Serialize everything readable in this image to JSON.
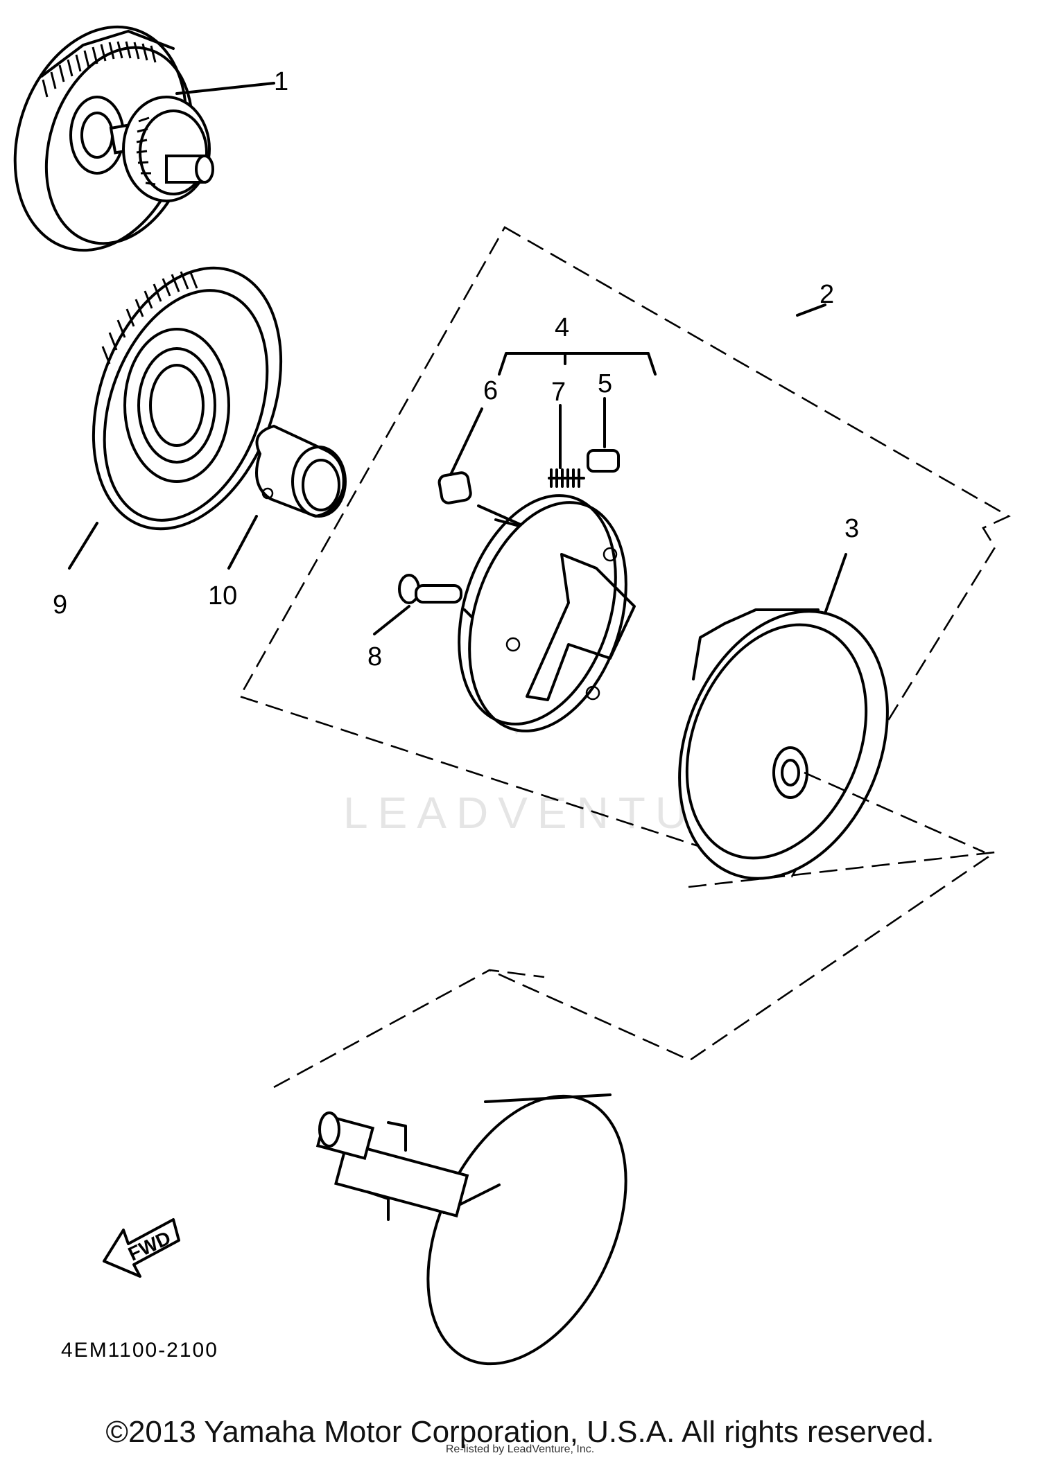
{
  "callouts": {
    "c1": "1",
    "c2": "2",
    "c3": "3",
    "c4": "4",
    "c5": "5",
    "c6": "6",
    "c7": "7",
    "c8": "8",
    "c9": "9",
    "c10": "10"
  },
  "fwd_label": "FWD",
  "diagram_code": "4EM1100-2100",
  "watermark": "LEADVENTURE",
  "copyright": "©2013 Yamaha Motor Corporation, U.S.A. All rights reserved.",
  "reseller_note": "Re-listed by LeadVenture, Inc."
}
